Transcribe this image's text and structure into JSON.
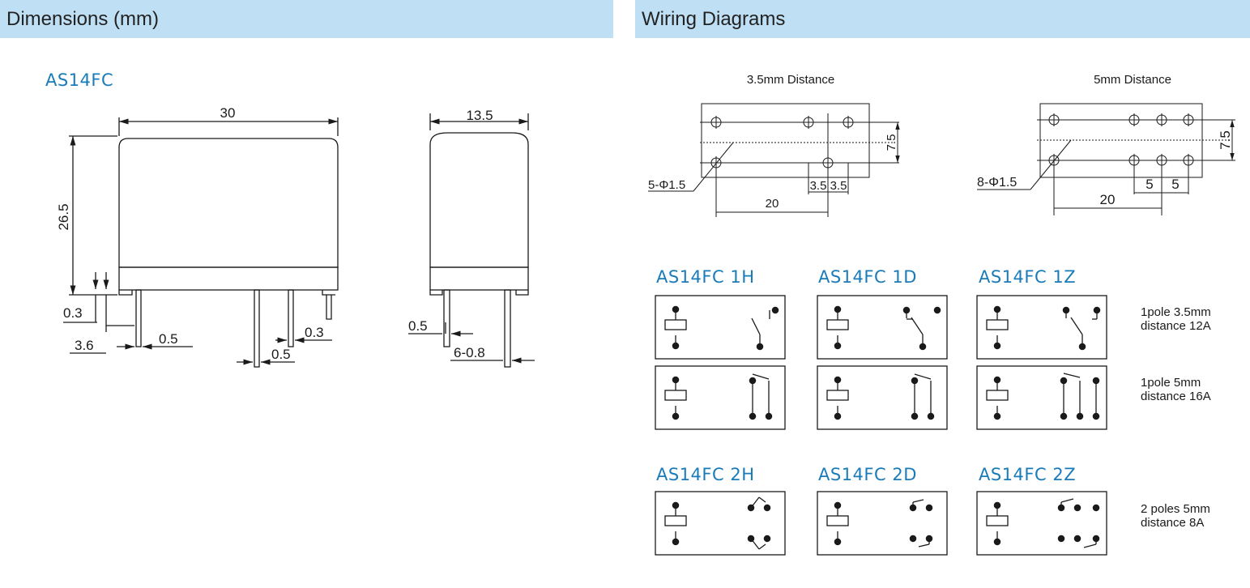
{
  "headers": {
    "dimensions": "Dimensions (mm)",
    "wiring": "Wiring Diagrams"
  },
  "model_label": "AS14FC",
  "dimensions": {
    "width": "30",
    "height": "26.5",
    "depth": "13.5",
    "pin_offset": "0.3",
    "pin_edge": "3.6",
    "pin_width": "0.5",
    "pin_gap": "0.3",
    "pin_pitch": "0.5",
    "side_pin": "0.5",
    "pins": "6-0.8"
  },
  "wiring_layouts": [
    {
      "title": "3.5mm Distance",
      "holes": "5-Φ1.5",
      "span": "20",
      "vertical": "7.5",
      "pitch_a": "3.5",
      "pitch_b": "3.5"
    },
    {
      "title": "5mm Distance",
      "holes": "8-Φ1.5",
      "span": "20",
      "vertical": "7.5",
      "pitch_a": "5",
      "pitch_b": "5"
    }
  ],
  "variants": {
    "h1": "AS14FC 1H",
    "d1": "AS14FC 1D",
    "z1": "AS14FC 1Z",
    "h2": "AS14FC 2H",
    "d2": "AS14FC 2D",
    "z2": "AS14FC 2Z"
  },
  "notes": {
    "row1": [
      "1pole 3.5mm",
      "distance  12A"
    ],
    "row2": [
      "1pole 5mm",
      "distance 16A"
    ],
    "row3": [
      "2 poles 5mm",
      "distance 8A"
    ]
  }
}
